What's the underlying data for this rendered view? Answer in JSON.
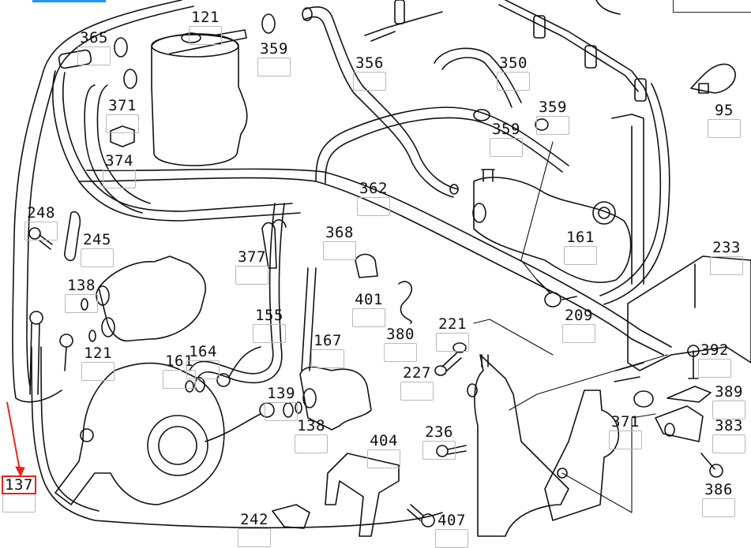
{
  "diagram": {
    "title": "Fuel system exploded parts diagram",
    "highlight_color": "#e8231c",
    "accent_color": "#2196f3",
    "highlighted_part": "137",
    "callouts": [
      {
        "id": "c365",
        "label": "365"
      },
      {
        "id": "c121a",
        "label": "121"
      },
      {
        "id": "c359a",
        "label": "359"
      },
      {
        "id": "c371a",
        "label": "371"
      },
      {
        "id": "c374",
        "label": "374"
      },
      {
        "id": "c356",
        "label": "356"
      },
      {
        "id": "c350",
        "label": "350"
      },
      {
        "id": "c359b",
        "label": "359"
      },
      {
        "id": "c359c",
        "label": "359"
      },
      {
        "id": "c95",
        "label": "95"
      },
      {
        "id": "c362",
        "label": "362"
      },
      {
        "id": "c248",
        "label": "248"
      },
      {
        "id": "c245",
        "label": "245"
      },
      {
        "id": "c377",
        "label": "377"
      },
      {
        "id": "c368",
        "label": "368"
      },
      {
        "id": "c161a",
        "label": "161"
      },
      {
        "id": "c233",
        "label": "233"
      },
      {
        "id": "c138a",
        "label": "138"
      },
      {
        "id": "c401",
        "label": "401"
      },
      {
        "id": "c155",
        "label": "155"
      },
      {
        "id": "c121b",
        "label": "121"
      },
      {
        "id": "c161b",
        "label": "161"
      },
      {
        "id": "c164",
        "label": "164"
      },
      {
        "id": "c167",
        "label": "167"
      },
      {
        "id": "c380",
        "label": "380"
      },
      {
        "id": "c221",
        "label": "221"
      },
      {
        "id": "c209",
        "label": "209"
      },
      {
        "id": "c392",
        "label": "392"
      },
      {
        "id": "c227",
        "label": "227"
      },
      {
        "id": "c139",
        "label": "139"
      },
      {
        "id": "c138b",
        "label": "138"
      },
      {
        "id": "c389",
        "label": "389"
      },
      {
        "id": "c371b",
        "label": "371"
      },
      {
        "id": "c383",
        "label": "383"
      },
      {
        "id": "c236",
        "label": "236"
      },
      {
        "id": "c404",
        "label": "404"
      },
      {
        "id": "c386",
        "label": "386"
      },
      {
        "id": "c137",
        "label": "137"
      },
      {
        "id": "c242",
        "label": "242"
      },
      {
        "id": "c407",
        "label": "407"
      }
    ]
  }
}
